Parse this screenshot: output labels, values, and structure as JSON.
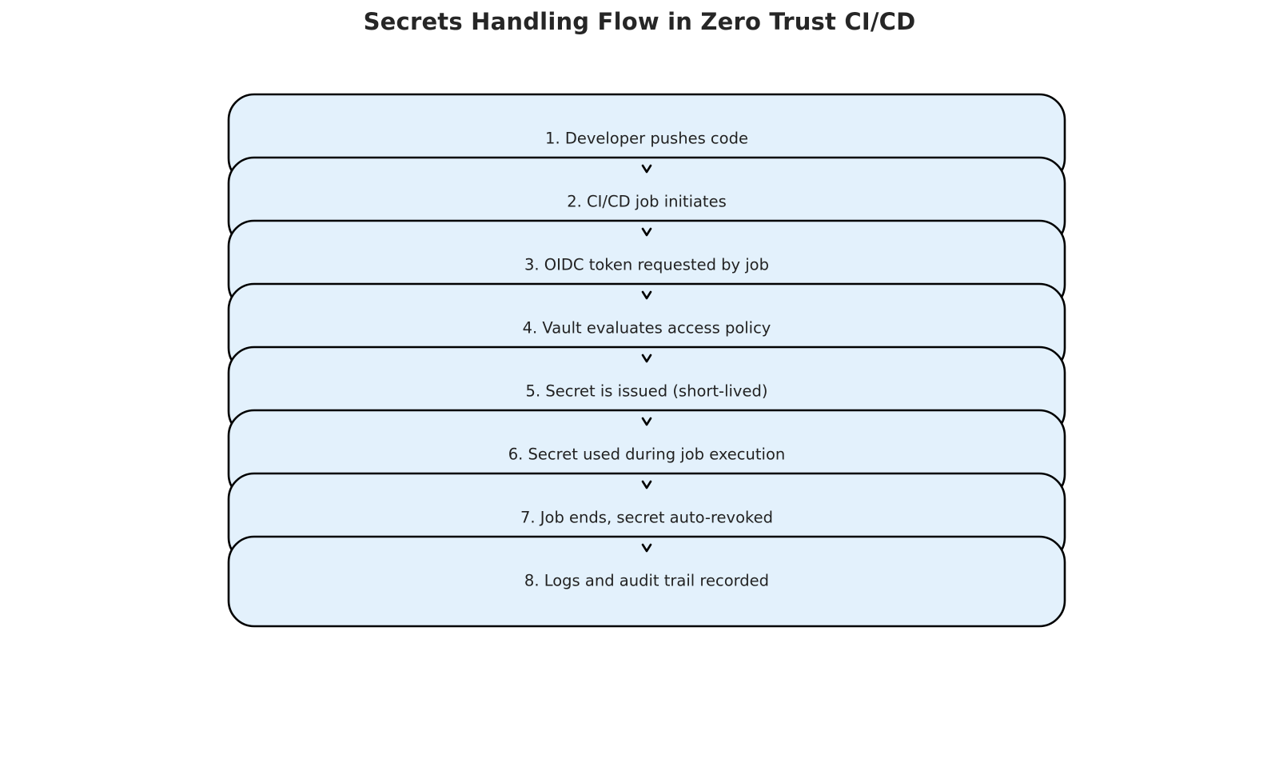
{
  "title": "Secrets Handling Flow in Zero Trust CI/CD",
  "colors": {
    "box_fill": "#e3f1fc",
    "box_stroke": "#000000",
    "arrow": "#000000",
    "text": "#222222",
    "title": "#262626"
  },
  "steps": [
    "1. Developer pushes code",
    "2. CI/CD job initiates",
    "3. OIDC token requested by job",
    "4. Vault evaluates access policy",
    "5. Secret is issued (short-lived)",
    "6. Secret used during job execution",
    "7. Job ends, secret auto-revoked",
    "8. Logs and audit trail recorded"
  ]
}
